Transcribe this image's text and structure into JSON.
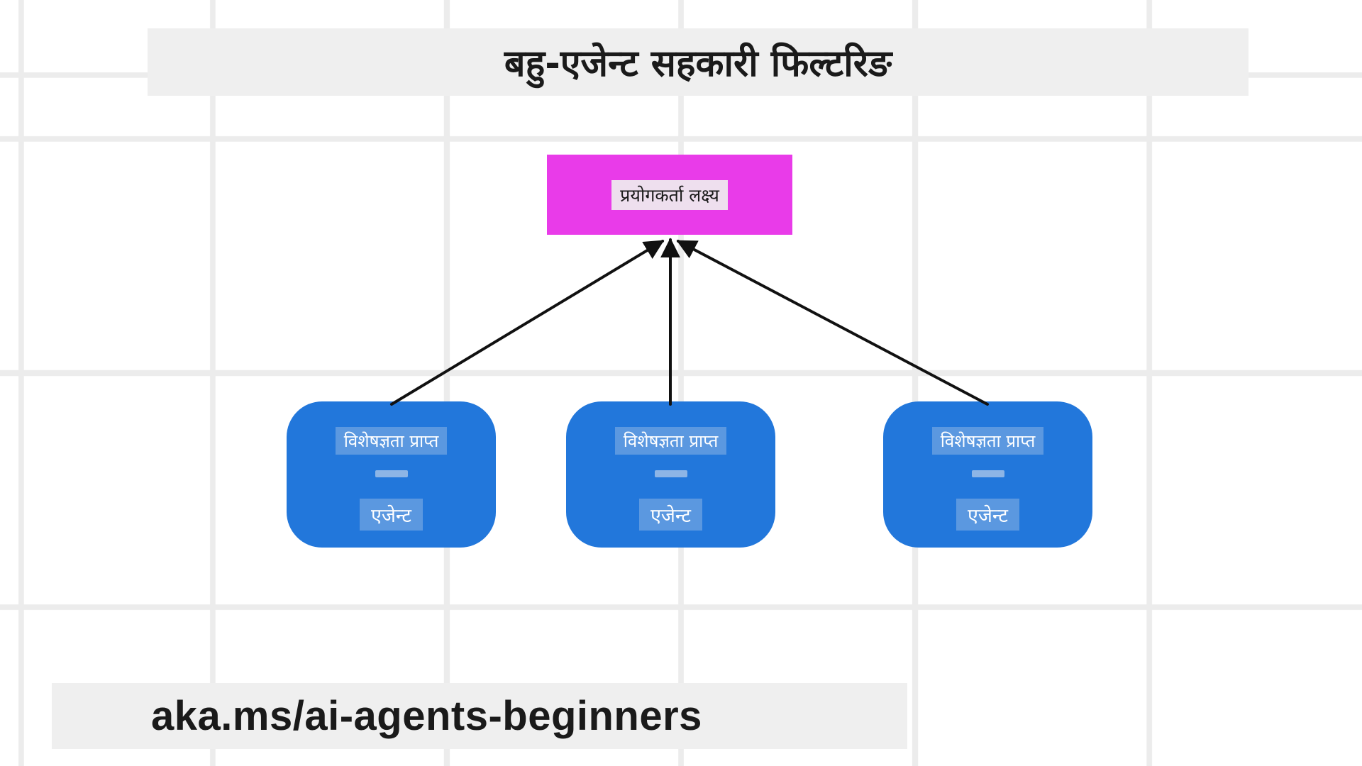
{
  "title": "बहु-एजेन्ट सहकारी फिल्टरिङ",
  "goal_node": {
    "label": "प्रयोगकर्ता लक्ष्य"
  },
  "agent_nodes": [
    {
      "line1": "विशेषज्ञता प्राप्त",
      "line2": "एजेन्ट"
    },
    {
      "line1": "विशेषज्ञता प्राप्त",
      "line2": "एजेन्ट"
    },
    {
      "line1": "विशेषज्ञता प्राप्त",
      "line2": "एजेन्ट"
    }
  ],
  "footer": {
    "link": "aka.ms/ai-agents-beginners"
  },
  "colors": {
    "goal-fill": "#E93BE9",
    "agent-fill": "#2277DB",
    "arrow": "#111111",
    "banner-bg": "#EFEFEF",
    "grid-line": "#ECECEC",
    "text-dark": "#1A1A1A",
    "text-light": "#FFFFFF"
  }
}
